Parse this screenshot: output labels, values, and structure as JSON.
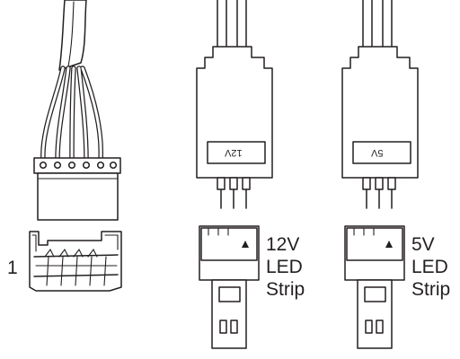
{
  "pin_marker": "1",
  "strip_12v": {
    "voltage": "12V",
    "line2": "LED",
    "line3": "Strip",
    "controller_tag": "12V"
  },
  "strip_5v": {
    "voltage": "5V",
    "line2": "LED",
    "line3": "Strip",
    "controller_tag": "5V"
  },
  "ink_color": "#231f20"
}
